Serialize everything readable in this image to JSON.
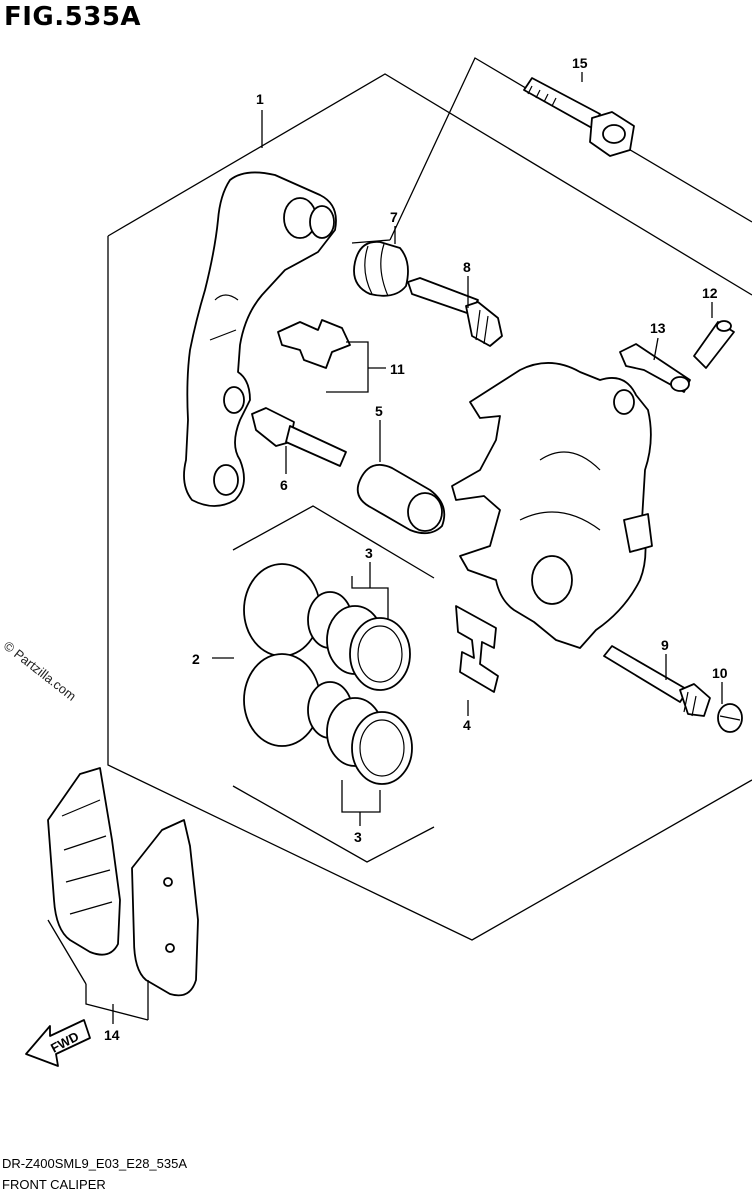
{
  "figure": {
    "title": "FIG.535A"
  },
  "footer": {
    "code": "DR-Z400SML9_E03_E28_535A",
    "caption": "FRONT CALIPER"
  },
  "watermark": "© Partzilla.com",
  "fwd_label": "FWD",
  "callouts": {
    "c1": "1",
    "c2": "2",
    "c3a": "3",
    "c3b": "3",
    "c4": "4",
    "c5": "5",
    "c6": "6",
    "c7": "7",
    "c8": "8",
    "c9": "9",
    "c10": "10",
    "c11": "11",
    "c12": "12",
    "c13": "13",
    "c14": "14",
    "c15": "15"
  }
}
